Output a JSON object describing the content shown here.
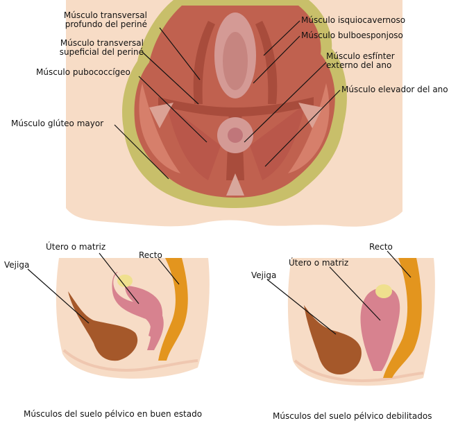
{
  "perineum": {
    "labels": {
      "transverso_profundo": [
        "Músculo transversal",
        "profundo del periné"
      ],
      "transverso_superficial": [
        "Músculo transversal",
        "supeficial del periné"
      ],
      "pubococcigeo": "Músculo pubococcígeo",
      "gluteo_mayor": "Músculo glúteo mayor",
      "isquiocavernoso": "Músculo isquiocavernoso",
      "bulboesponjoso": "Músculo bulboesponjoso",
      "esfinter_externo": [
        "Músculo esfínter",
        "externo del ano"
      ],
      "elevador_ano": "Músculo elevador del ano"
    }
  },
  "healthy": {
    "labels": {
      "utero": "Útero o matriz",
      "recto": "Recto",
      "vejiga": "Vejiga"
    },
    "caption": "Músculos del suelo pélvico en buen estado"
  },
  "weakened": {
    "labels": {
      "utero": "Útero o matriz",
      "recto": "Recto",
      "vejiga": "Vejiga"
    },
    "caption": "Músculos del suelo pélvico debilitados"
  },
  "colors": {
    "skin": "#f7dcc6",
    "fat_ring": "#c8bf6a",
    "muscle": "#c0614f",
    "muscle_light": "#d67f6b",
    "muscle_dark": "#a84c3c",
    "bladder": "#a5582a",
    "uterus": "#d7828f",
    "ovary": "#efe08e",
    "rectum": "#e3951e",
    "leader_line": "#111111"
  }
}
